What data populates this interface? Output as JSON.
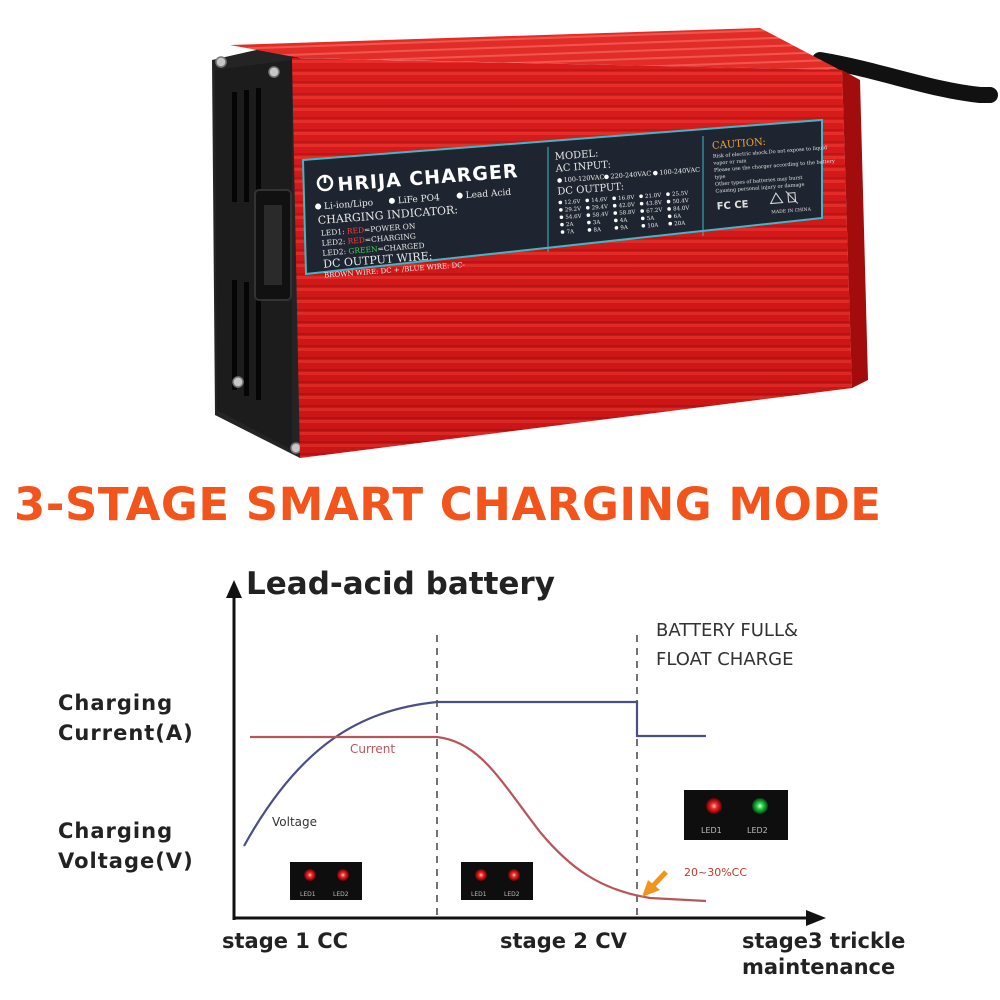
{
  "product": {
    "brand": "HRIJA CHARGER",
    "battery_types": [
      "Li-ion/Lipo",
      "LiFe PO4",
      "Lead Acid"
    ],
    "indicator_title": "CHARGING INDICATOR:",
    "led1_prefix": "LED1: ",
    "led1_color": "RED",
    "led1_state": "=POWER ON",
    "led2_prefix": "LED2: ",
    "led2_color": "RED",
    "led2_state": "=CHARGING",
    "led3_prefix": "LED2: ",
    "led3_color": "GREEN",
    "led3_state": "=CHARGED",
    "output_wire_title": "DC OUTPUT WIRE:",
    "output_wire_text": "BROWN WIRE: DC + /BLUE WIRE: DC-",
    "model_label": "MODEL:",
    "ac_input_label": "AC INPUT:",
    "ac_options": [
      "100-120VAC",
      "220-240VAC",
      "100-240VAC"
    ],
    "dc_output_label": "DC OUTPUT:",
    "dc_voltages": [
      "12.6V",
      "14.6V",
      "16.8V",
      "21.0V",
      "25.5V",
      "29.2V",
      "29.4V",
      "42.0V",
      "43.8V",
      "50.4V",
      "54.6V",
      "58.4V",
      "58.8V",
      "67.2V",
      "84.0V"
    ],
    "dc_currents": [
      "2A",
      "3A",
      "4A",
      "5A",
      "6A",
      "7A",
      "8A",
      "9A",
      "10A",
      "20A"
    ],
    "caution_title": "CAUTION:",
    "caution_lines": [
      "Risk of electric shock.Do not expose to liquid",
      "vapor or rain",
      "Please use the charger according to the battery",
      "type",
      "Other types of batteries may burst",
      "Causing personal injury or damage"
    ],
    "cert_marks": "FC CE",
    "made_in": "MADE IN CHINA",
    "colors": {
      "case": "#d81a1a",
      "label_bg": "#1f2530",
      "label_border": "#3fb7c6"
    }
  },
  "headline": "3-STAGE SMART CHARGING MODE",
  "diagram": {
    "title": "Lead-acid battery",
    "y_label_current": [
      "Charging",
      "Current(A)"
    ],
    "y_label_voltage": [
      "Charging",
      "Voltage(V)"
    ],
    "curve_current": "Current",
    "curve_voltage": "Voltage",
    "full_note": [
      "BATTERY FULL&",
      "FLOAT CHARGE"
    ],
    "float_note": "20~30%CC",
    "stage1": "stage 1 CC",
    "stage2": "stage 2 CV",
    "stage3": [
      "stage3 trickle",
      "maintenance"
    ],
    "led1": "LED1",
    "led2": "LED2"
  }
}
